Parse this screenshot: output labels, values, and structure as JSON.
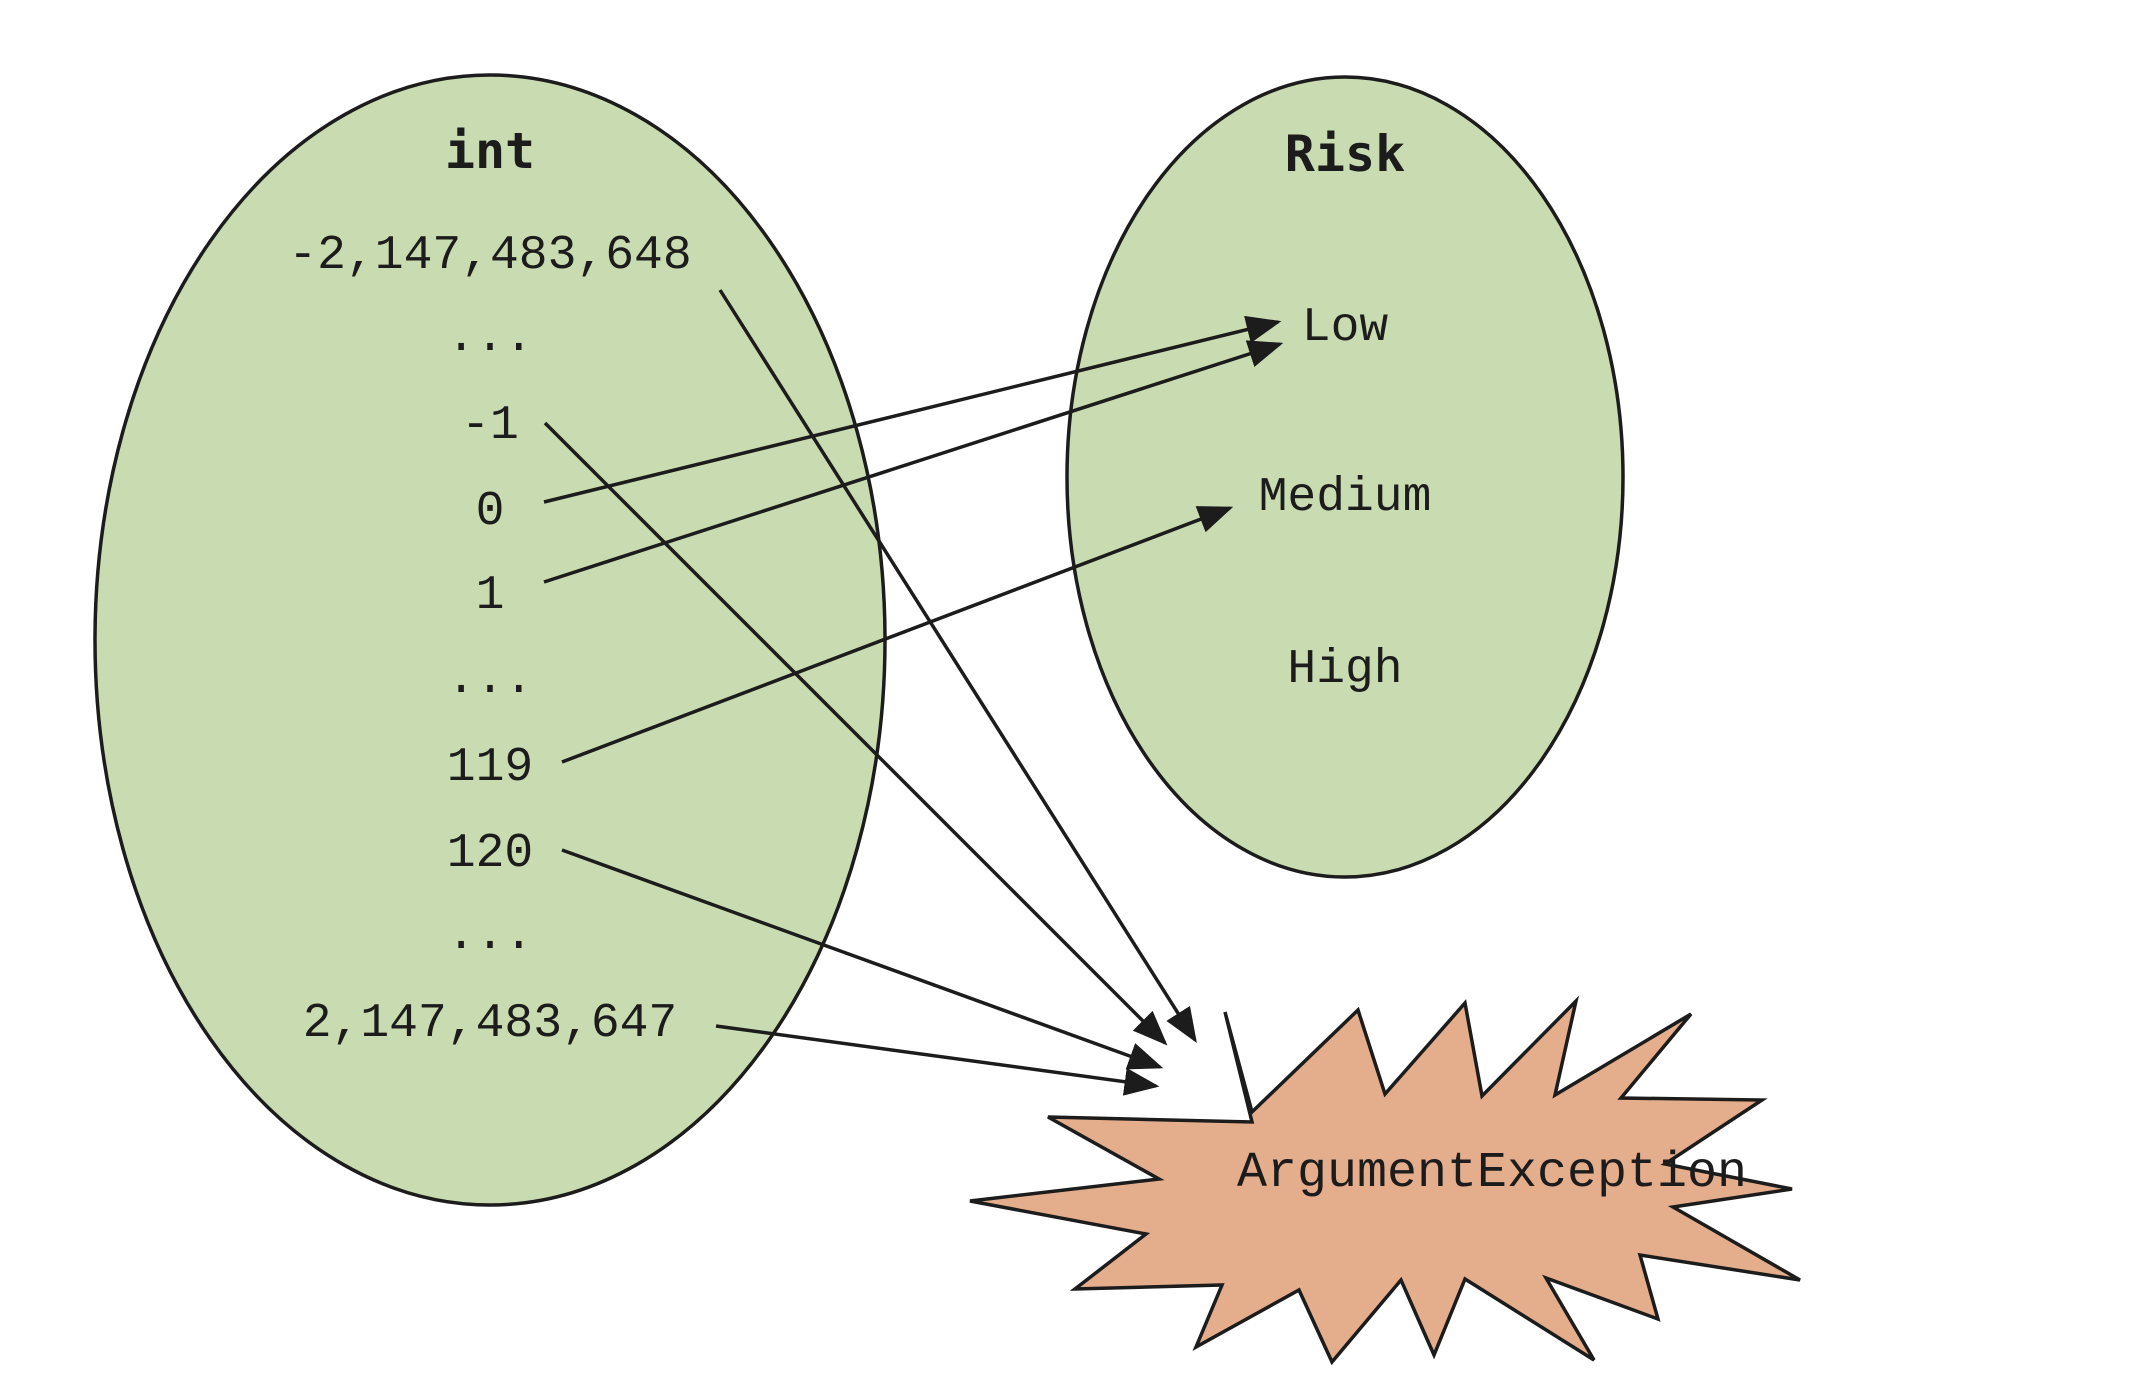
{
  "domain_set": {
    "title": "int",
    "items": [
      "-2,147,483,648",
      "...",
      "-1",
      "0",
      "1",
      "...",
      "119",
      "120",
      "...",
      "2,147,483,647"
    ]
  },
  "codomain_set": {
    "title": "Risk",
    "items": [
      "Low",
      "Medium",
      "High"
    ]
  },
  "exception": {
    "label": "ArgumentException"
  },
  "mappings": [
    {
      "from": "-2,147,483,648",
      "to": "ArgumentException"
    },
    {
      "from": "-1",
      "to": "ArgumentException"
    },
    {
      "from": "0",
      "to": "Low"
    },
    {
      "from": "1",
      "to": "Low"
    },
    {
      "from": "119",
      "to": "Medium"
    },
    {
      "from": "120",
      "to": "ArgumentException"
    },
    {
      "from": "2,147,483,647",
      "to": "ArgumentException"
    }
  ],
  "colors": {
    "set_fill": "#c9dcb1",
    "exception_fill": "#e4ae8c",
    "stroke": "#1c1c1c"
  }
}
